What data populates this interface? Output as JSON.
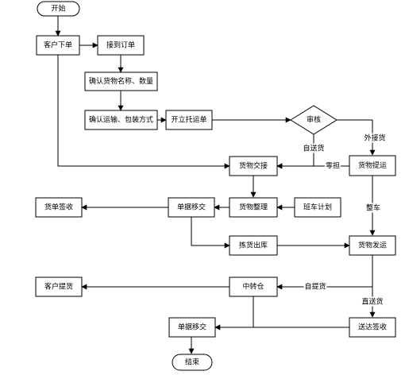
{
  "nodes": {
    "start": "开始",
    "customer_order": "客户下单",
    "receive_order": "接到订单",
    "confirm_goods": "确认货物名称、数量",
    "confirm_transport": "确认运输、包装方式",
    "issue_waybill": "开立托运单",
    "review": "审核",
    "goods_handover": "货物交接",
    "goods_pickup": "货物提运",
    "receipt_sign": "货单签收",
    "doc_transfer_1": "单据移交",
    "goods_sort": "货物整理",
    "shift_plan": "班车计划",
    "pick_out": "拣货出库",
    "goods_dispatch": "货物发运",
    "customer_pickup": "客户提货",
    "transfer_wh": "中转仓",
    "doc_transfer_2": "单据移交",
    "deliver_sign": "送达签收",
    "end": "结束"
  },
  "edge_labels": {
    "self_delivery": "自送货",
    "outside_pickup": "外接货",
    "less_than_load": "零担",
    "full_load": "整车",
    "self_pickup": "自提货",
    "direct_delivery": "直送货"
  }
}
